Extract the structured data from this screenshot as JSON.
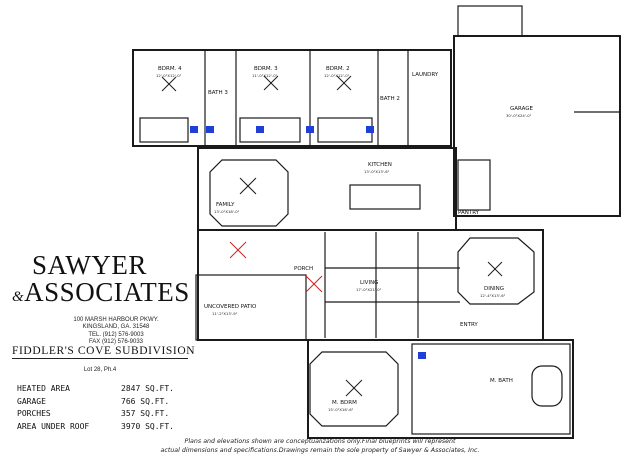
{
  "company": {
    "logo_line1": "SAWYER",
    "logo_amp": "&",
    "logo_line2": "ASSOCIATES",
    "address_line1": "100 MARSH HARBOUR PKWY.",
    "address_line2": "KINGSLAND, GA. 31548",
    "phone": "TEL. (912) 576-9003",
    "fax": "FAX (912) 576-9033"
  },
  "subdivision": "FIDDLER'S COVE SUBDIVISION",
  "lot": "Lot 28, Ph.4",
  "areas": [
    {
      "label": "HEATED AREA",
      "value": "2847 SQ.FT."
    },
    {
      "label": "GARAGE",
      "value": "766 SQ.FT."
    },
    {
      "label": "PORCHES",
      "value": "357 SQ.FT."
    },
    {
      "label": "AREA UNDER ROOF",
      "value": "3970 SQ.FT."
    }
  ],
  "disclaimer_line1": "Plans and elevations shown are conceptualizations only.Final blueprints will represent",
  "disclaimer_line2": "actual dimensions and specifications.Drawings remain the sole property of Sawyer & Associates, Inc.",
  "rooms": {
    "bedroom4": "BDRM. 4",
    "bedroom4_size": "12'-0\"X12'-0\"",
    "bath3": "BATH 3",
    "bedroom3": "BDRM. 3",
    "bedroom3_size": "11'-0\"X12'-0\"",
    "bedroom2": "BDRM. 2",
    "bedroom2_size": "12'-0\"X12'-0\"",
    "bath2": "BATH 2",
    "laundry": "LAUNDRY",
    "garage": "GARAGE",
    "garage_size": "30'-0\"X24'-0\"",
    "kitchen": "KITCHEN",
    "kitchen_size": "13'-0\"X13'-6\"",
    "family": "FAMILY",
    "family_size": "13'-0\"X18'-0\"",
    "pantry": "PANTRY",
    "dining": "DINING",
    "dining_size": "12'-4\"X13'-6\"",
    "living": "LIVING",
    "living_size": "17'-0\"X21'-0\"",
    "porch": "PORCH",
    "patio": "UNCOVERED PATIO",
    "patio_size": "11'-2\"X13'-9\"",
    "entry": "ENTRY",
    "master_bedroom": "M. BDRM",
    "master_bedroom_size": "15'-0\"X16'-6\"",
    "master_bath": "M. BATH"
  }
}
